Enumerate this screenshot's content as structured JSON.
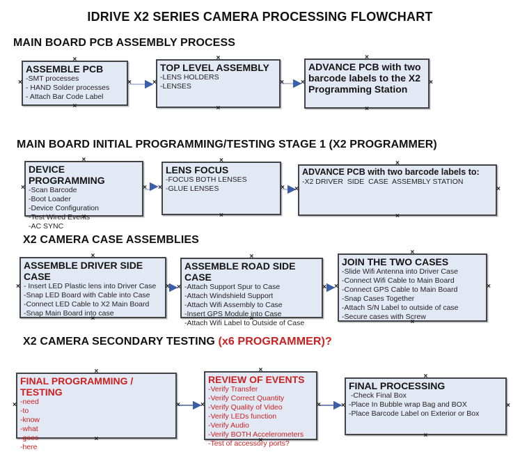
{
  "title": "IDRIVE X2  SERIES CAMERA PROCESSING FLOWCHART",
  "icons": {
    "connection_point_glyph": "×",
    "arrowhead": "right-arrowhead"
  },
  "colors": {
    "box_fill": "#e3e9f4",
    "box_border": "#43434a",
    "red_text": "#cc1f1f",
    "connector_light": "#9fb0cd",
    "connector_dark": "#46619d",
    "arrowhead": "#3a5ea8",
    "text": "#1a1a1a"
  },
  "sections": [
    {
      "heading": "MAIN BOARD PCB ASSEMBLY PROCESS",
      "boxes": [
        {
          "title": "ASSEMBLE PCB",
          "items": [
            "-SMT processes",
            "- HAND Solder processes",
            "- Attach Bar Code Label"
          ]
        },
        {
          "title": "TOP LEVEL ASSEMBLY",
          "items": [
            "-LENS HOLDERS",
            "-LENSES"
          ]
        },
        {
          "title": "ADVANCE PCB with two barcode labels to the X2 Programming Station",
          "items": []
        }
      ]
    },
    {
      "heading": "MAIN BOARD INITIAL PROGRAMMING/TESTING STAGE 1 (X2 PROGRAMMER)",
      "boxes": [
        {
          "title": "DEVICE PROGRAMMING",
          "items": [
            "-Scan Barcode",
            "-Boot Loader",
            "-Device Configuration",
            "-Test Wired Events",
            "-AC SYNC"
          ]
        },
        {
          "title": "LENS FOCUS",
          "items": [
            "-FOCUS BOTH LENSES",
            "-GLUE LENSES"
          ]
        },
        {
          "title": "ADVANCE PCB with two barcode labels to:",
          "items": [
            "-X2 DRIVER  SIDE  CASE  ASSEMBLY STATION"
          ]
        }
      ]
    },
    {
      "heading": "X2 CAMERA CASE ASSEMBLIES",
      "boxes": [
        {
          "title": "ASSEMBLE DRIVER SIDE CASE",
          "items": [
            "- Insert LED Plastic lens into Driver Case",
            "-Snap LED Board with Cable into Case",
            "-Connect LED Cable to X2 Main Board",
            "-Snap Main Board into case"
          ]
        },
        {
          "title": "ASSEMBLE ROAD SIDE CASE",
          "items": [
            "-Attach Support Spur to Case",
            "-Attach Windshield Support",
            "-Attach Wifi Assembly to Case",
            "-Insert GPS Module into Case",
            "-Attach Wifi Label to Outside of Case"
          ]
        },
        {
          "title": "JOIN THE TWO CASES",
          "items": [
            "-Slide Wifi Antenna into Driver Case",
            "-Connect Wifi Cable to Main Board",
            "-Connect GPS Cable to Main Board",
            "-Snap Cases Together",
            "-Attach S/N Label to outside of case",
            "-Secure cases with Screw"
          ]
        }
      ]
    },
    {
      "heading": "X2 CAMERA SECONDARY TESTING",
      "heading_suffix": "  (x6 PROGRAMMER)?",
      "boxes": [
        {
          "title": "FINAL PROGRAMMING / TESTING",
          "items": [
            "-need",
            "-to",
            "-know",
            "-what",
            "-goes",
            "-here"
          ]
        },
        {
          "title": "REVIEW OF EVENTS",
          "items": [
            "-Verify Transfer",
            "-Verify Correct Quantity",
            "-Verify Quality of Video",
            "-Verify LEDs function",
            "-Verify Audio",
            "-Verify BOTH Accelerometers",
            "-Test of accessory ports?"
          ]
        },
        {
          "title": "FINAL PROCESSING",
          "items": [
            " -Check Final Box",
            "-Place In Bubble wrap Bag and BOX",
            "-Place Barcode Label on Exterior or Box"
          ]
        }
      ]
    }
  ]
}
